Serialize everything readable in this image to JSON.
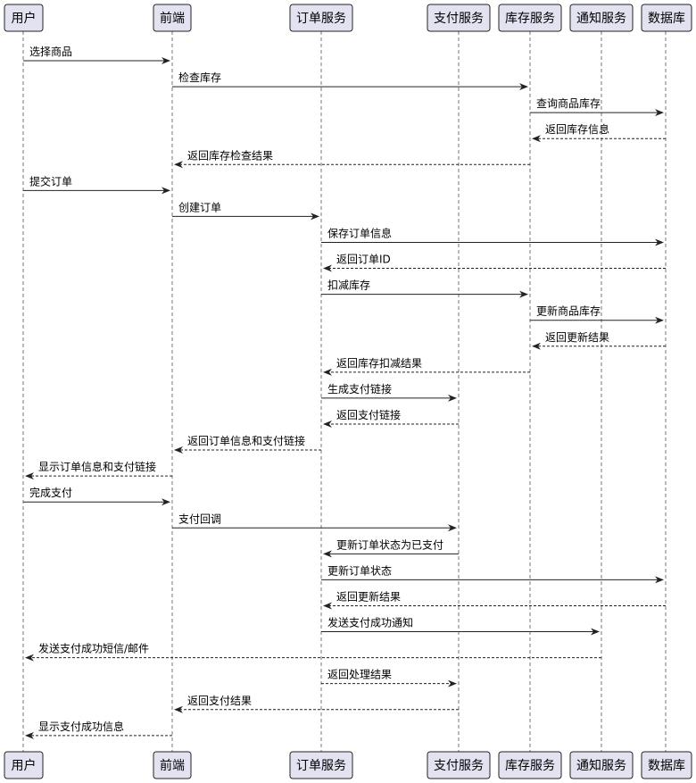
{
  "participants": [
    {
      "id": "user",
      "label": "用户"
    },
    {
      "id": "frontend",
      "label": "前端"
    },
    {
      "id": "order",
      "label": "订单服务"
    },
    {
      "id": "payment",
      "label": "支付服务"
    },
    {
      "id": "inventory",
      "label": "库存服务"
    },
    {
      "id": "notify",
      "label": "通知服务"
    },
    {
      "id": "db",
      "label": "数据库"
    }
  ],
  "messages": [
    {
      "from": "user",
      "to": "frontend",
      "label": "选择商品",
      "type": "call"
    },
    {
      "from": "frontend",
      "to": "inventory",
      "label": "检查库存",
      "type": "call"
    },
    {
      "from": "inventory",
      "to": "db",
      "label": "查询商品库存",
      "type": "call"
    },
    {
      "from": "db",
      "to": "inventory",
      "label": "返回库存信息",
      "type": "reply"
    },
    {
      "from": "inventory",
      "to": "frontend",
      "label": "返回库存检查结果",
      "type": "reply"
    },
    {
      "from": "user",
      "to": "frontend",
      "label": "提交订单",
      "type": "call"
    },
    {
      "from": "frontend",
      "to": "order",
      "label": "创建订单",
      "type": "call"
    },
    {
      "from": "order",
      "to": "db",
      "label": "保存订单信息",
      "type": "call"
    },
    {
      "from": "db",
      "to": "order",
      "label": "返回订单ID",
      "type": "reply"
    },
    {
      "from": "order",
      "to": "inventory",
      "label": "扣减库存",
      "type": "call"
    },
    {
      "from": "inventory",
      "to": "db",
      "label": "更新商品库存",
      "type": "call"
    },
    {
      "from": "db",
      "to": "inventory",
      "label": "返回更新结果",
      "type": "reply"
    },
    {
      "from": "inventory",
      "to": "order",
      "label": "返回库存扣减结果",
      "type": "reply"
    },
    {
      "from": "order",
      "to": "payment",
      "label": "生成支付链接",
      "type": "call"
    },
    {
      "from": "payment",
      "to": "order",
      "label": "返回支付链接",
      "type": "reply"
    },
    {
      "from": "order",
      "to": "frontend",
      "label": "返回订单信息和支付链接",
      "type": "reply"
    },
    {
      "from": "frontend",
      "to": "user",
      "label": "显示订单信息和支付链接",
      "type": "reply"
    },
    {
      "from": "user",
      "to": "frontend",
      "label": "完成支付",
      "type": "call"
    },
    {
      "from": "frontend",
      "to": "payment",
      "label": "支付回调",
      "type": "call"
    },
    {
      "from": "payment",
      "to": "order",
      "label": "更新订单状态为已支付",
      "type": "call"
    },
    {
      "from": "order",
      "to": "db",
      "label": "更新订单状态",
      "type": "call"
    },
    {
      "from": "db",
      "to": "order",
      "label": "返回更新结果",
      "type": "reply"
    },
    {
      "from": "order",
      "to": "notify",
      "label": "发送支付成功通知",
      "type": "call"
    },
    {
      "from": "notify",
      "to": "user",
      "label": "发送支付成功短信/邮件",
      "type": "reply"
    },
    {
      "from": "order",
      "to": "payment",
      "label": "返回处理结果",
      "type": "reply"
    },
    {
      "from": "payment",
      "to": "frontend",
      "label": "返回支付结果",
      "type": "reply"
    },
    {
      "from": "frontend",
      "to": "user",
      "label": "显示支付成功信息",
      "type": "reply"
    }
  ]
}
